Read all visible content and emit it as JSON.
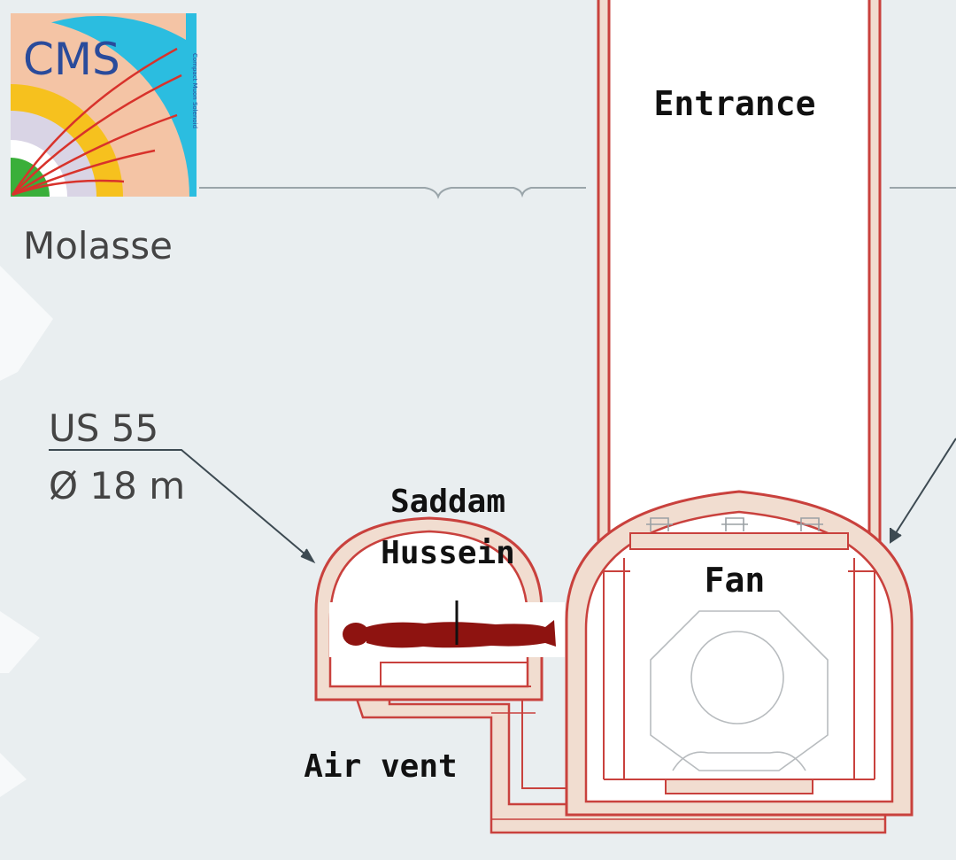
{
  "logo": {
    "text": "CMS",
    "subtitle": "Compact Muon Solenoid"
  },
  "labels": {
    "molasse": "Molasse",
    "cavern_name": "US 55",
    "cavern_diameter": "Ø 18 m",
    "entrance": "Entrance",
    "person_line1": "Saddam",
    "person_line2": "Hussein",
    "fan": "Fan",
    "air_vent": "Air vent"
  },
  "colors": {
    "background": "#e9eef0",
    "wall_red": "#c9413d",
    "wall_fill": "#f1ddd0",
    "person": "#8e1310",
    "logo_cyan": "#2bbde0",
    "logo_blue": "#2a4b9b"
  }
}
